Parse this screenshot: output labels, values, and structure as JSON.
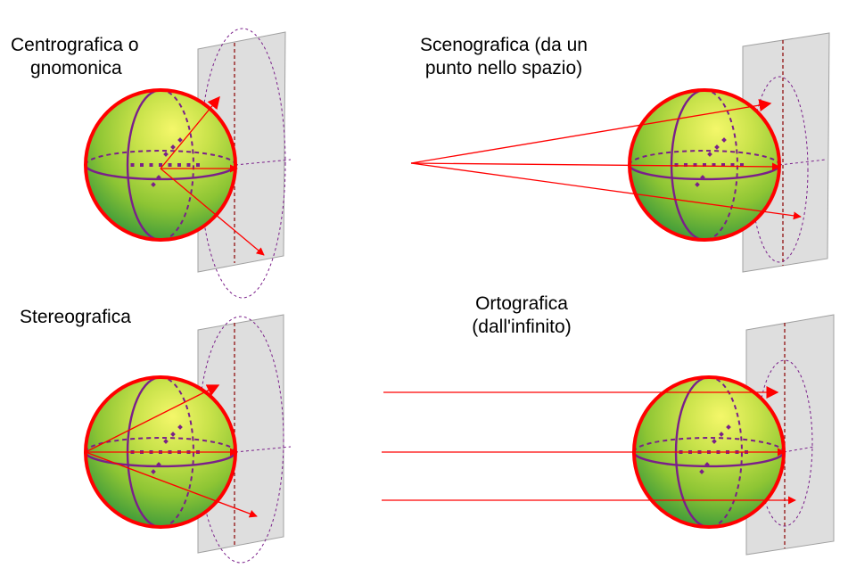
{
  "panels": {
    "gnomonic": {
      "title_lines": [
        "Centrografica o",
        "gnomonica"
      ]
    },
    "scenographic": {
      "title_lines": [
        "Scenografica (da un",
        "punto nello spazio)"
      ]
    },
    "stereographic": {
      "title_lines": [
        "Stereografica"
      ]
    },
    "orthographic": {
      "title_lines": [
        "Ortografica",
        "(dall'infinito)"
      ]
    }
  },
  "colors": {
    "sphere_highlight": "#f4f76a",
    "sphere_mid": "#9fce35",
    "sphere_edge": "#3f9b3a",
    "sphere_outline": "#ff0000",
    "great_circle": "#7a1f8a",
    "ray": "#ff0000",
    "plane_fill": "#dcdcdc",
    "plane_stroke": "#9a9a9a",
    "plane_axis": "#8b0000"
  }
}
